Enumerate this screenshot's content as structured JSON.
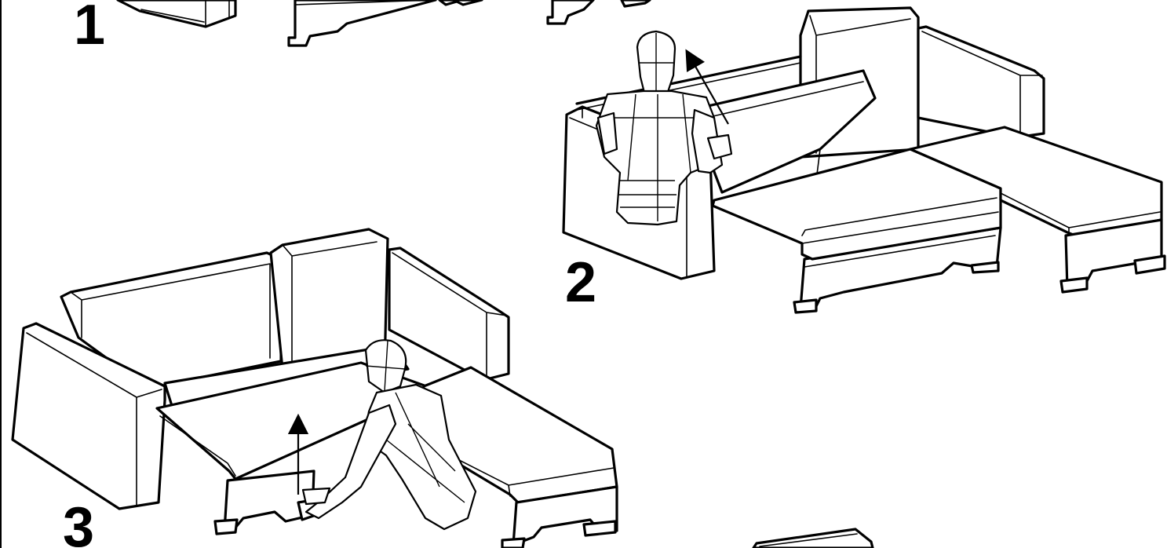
{
  "steps": [
    {
      "number": "1",
      "description": ""
    },
    {
      "number": "2",
      "description": ""
    },
    {
      "number": "3",
      "description": ""
    }
  ],
  "colors": {
    "line": "#000000",
    "background": "#ffffff"
  },
  "icons": [
    "sofa-bed-illustration",
    "person-figure",
    "lift-arrow-icon"
  ]
}
